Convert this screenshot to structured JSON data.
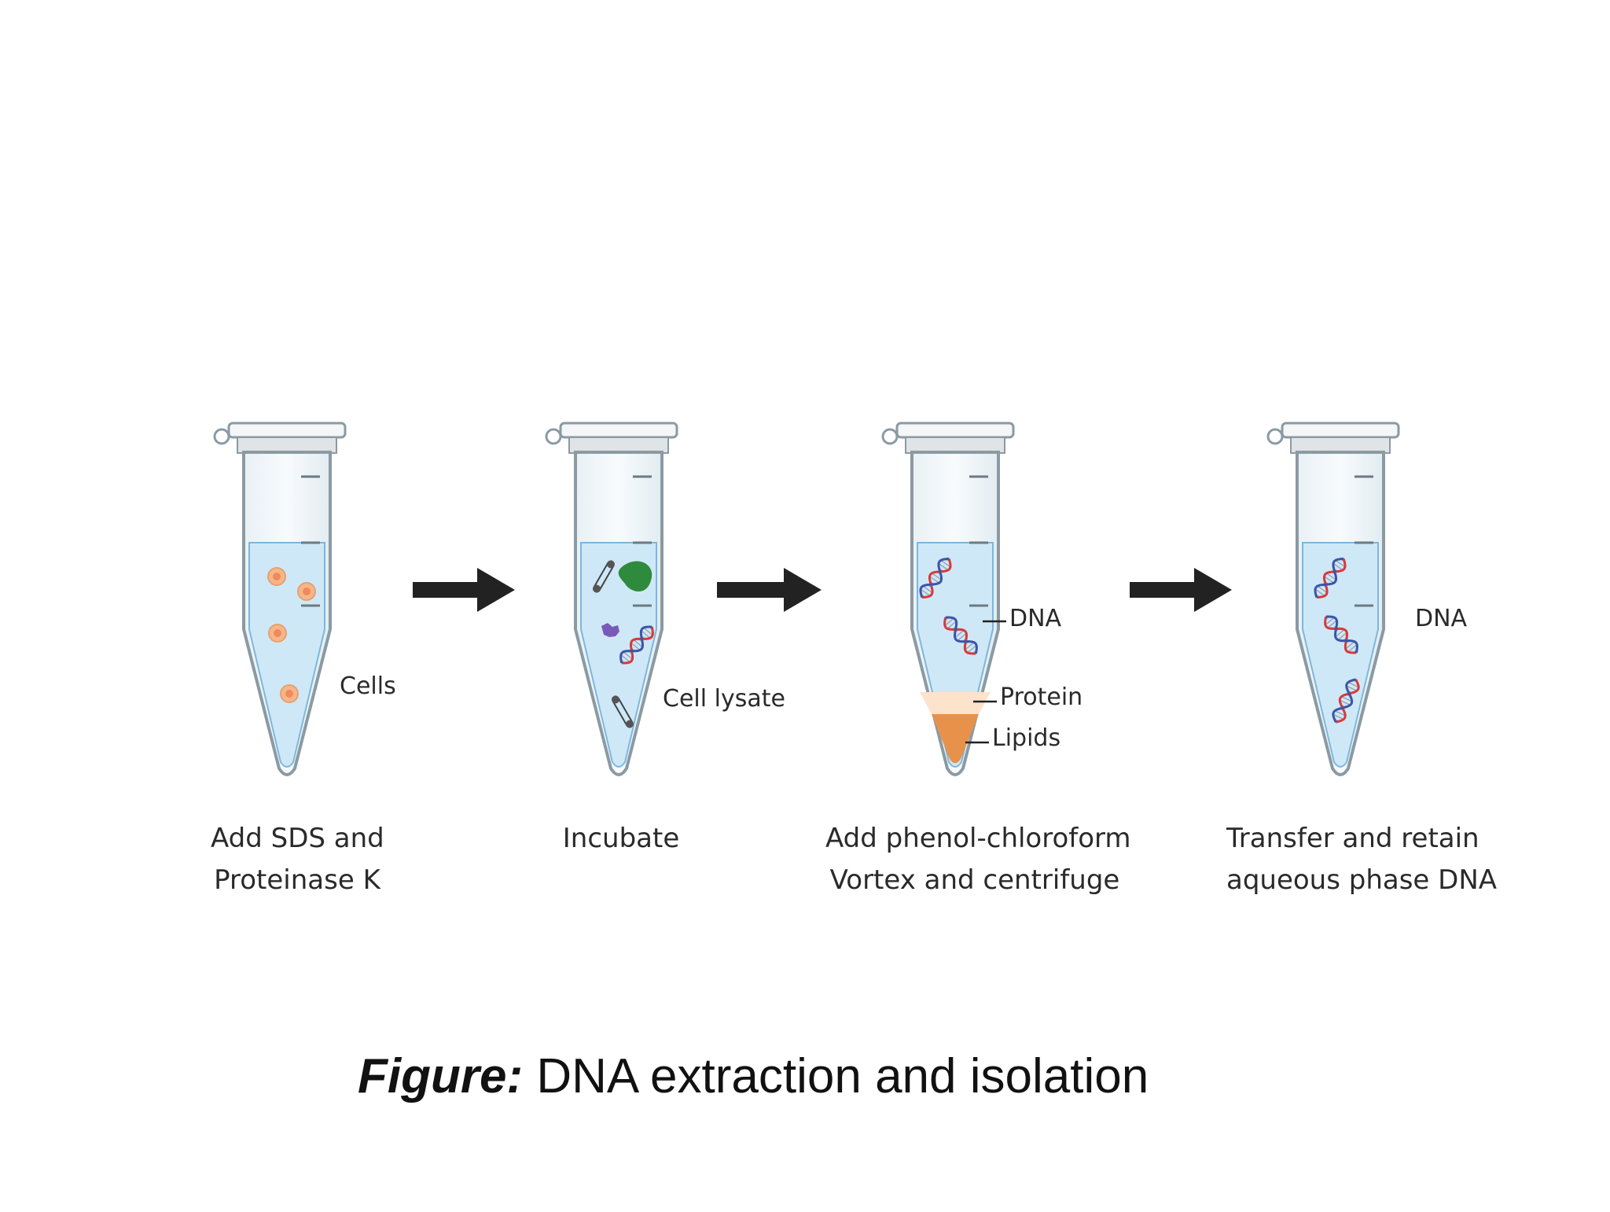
{
  "tubes": [
    {
      "label": "Cells",
      "step": [
        "Add SDS and",
        "Proteinase K"
      ]
    },
    {
      "label": "Cell lysate",
      "step": [
        "Incubate",
        ""
      ]
    },
    {
      "labels": [
        "DNA",
        "Protein",
        "Lipids"
      ],
      "step": [
        "Add phenol-chloroform",
        "Vortex and centrifuge"
      ]
    },
    {
      "label": "DNA",
      "step": [
        "Transfer and retain",
        "aqueous phase DNA"
      ]
    }
  ],
  "caption": {
    "prefix": "Figure:",
    "text": " DNA extraction and isolation"
  },
  "colors": {
    "liquid": "#cfe8f7",
    "tube_outline": "#8b9aa3",
    "arrow": "#222222",
    "cell": "#f5b68a",
    "protein_layer": "#fde2cc",
    "lipid_layer": "#e8914a",
    "dna_red": "#d63a3a",
    "dna_blue": "#3a55a8"
  },
  "icons": [
    "tube-icon",
    "arrow-right-icon",
    "cell-icon",
    "dna-icon",
    "organelle-icon",
    "membrane-icon"
  ]
}
